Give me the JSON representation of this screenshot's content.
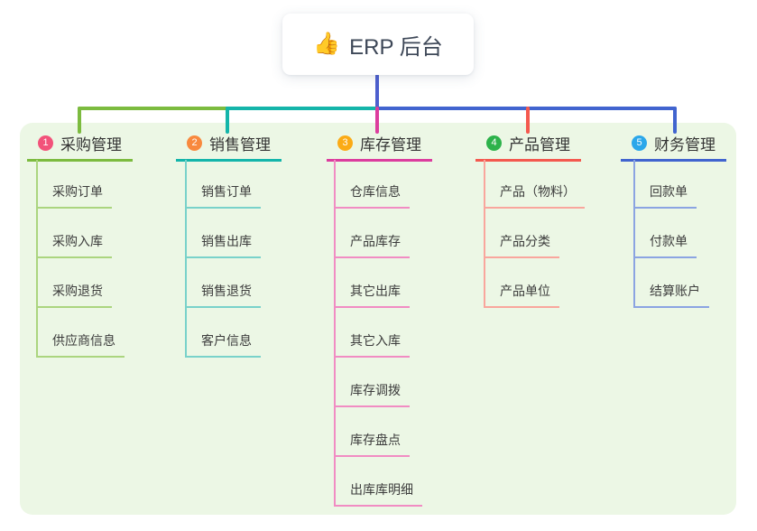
{
  "root": {
    "icon": "👍",
    "label": "ERP 后台"
  },
  "branches": [
    {
      "badge": "1",
      "label": "采购管理",
      "items": [
        "采购订单",
        "采购入库",
        "采购退货",
        "供应商信息"
      ]
    },
    {
      "badge": "2",
      "label": "销售管理",
      "items": [
        "销售订单",
        "销售出库",
        "销售退货",
        "客户信息"
      ]
    },
    {
      "badge": "3",
      "label": "库存管理",
      "items": [
        "仓库信息",
        "产品库存",
        "其它出库",
        "其它入库",
        "库存调拨",
        "库存盘点",
        "出库库明细"
      ]
    },
    {
      "badge": "4",
      "label": "产品管理",
      "items": [
        "产品（物料）",
        "产品分类",
        "产品单位"
      ]
    },
    {
      "badge": "5",
      "label": "财务管理",
      "items": [
        "回款单",
        "付款单",
        "结算账户"
      ]
    }
  ],
  "colors": {
    "canvas_bg": "#ecf7e5",
    "card_bg": "#ffffff",
    "root_text": "#3d4757",
    "heading_text": "#333333",
    "item_text": "#3c3c3c",
    "root_line": "#4d5fce",
    "a1": "#7cbb3f",
    "l1": "#abd57f",
    "badge1": "#f2527a",
    "a2": "#14b5aa",
    "l2": "#79d2ca",
    "badge2": "#f8893e",
    "a3": "#dc3d9e",
    "l3": "#f18cc3",
    "badge3": "#fbab16",
    "a4": "#f4594f",
    "l4": "#f9a69d",
    "badge4": "#2db24b",
    "a5": "#4164cf",
    "l5": "#8ba4e2",
    "badge5": "#2ba7ea"
  }
}
